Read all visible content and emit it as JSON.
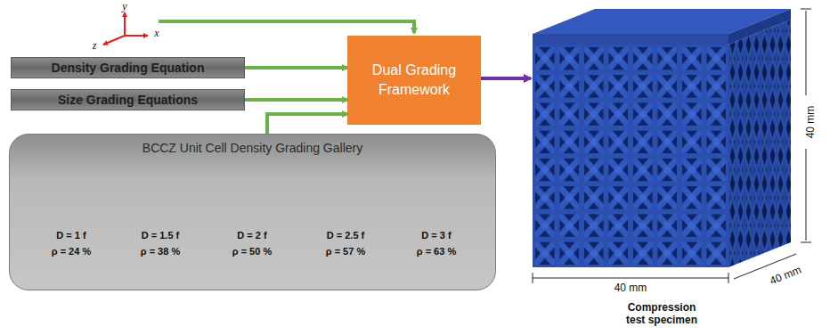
{
  "diagram": {
    "nodes": [
      {
        "text": [
          "Density Grading Equation"
        ]
      },
      {
        "text": [
          "Size Grading Equations"
        ]
      },
      {
        "text": [
          "Dual Grading Framework"
        ]
      },
      {
        "text": [
          "BCCZ Unit Cell Density Grading Gallery"
        ]
      },
      {
        "text": [
          "Compression test specimen"
        ]
      }
    ],
    "edges": [
      {
        "from": 0,
        "to": 2,
        "arrow": "to"
      },
      {
        "from": 1,
        "to": 2,
        "arrow": "to"
      },
      {
        "from": 3,
        "to": 2,
        "arrow": "to"
      },
      {
        "from": 2,
        "to": 4,
        "arrow": "to"
      }
    ],
    "labels": [
      "y",
      "z",
      "x",
      "D = 1 f",
      "ρ = 24 %",
      "D = 1.5 f",
      "ρ = 38 %",
      "D = 2 f",
      "ρ = 50 %",
      "D = 2.5 f",
      "ρ = 57 %",
      "D = 3 f",
      "ρ = 63 %",
      "40 mm",
      "40 mm",
      "40 mm"
    ]
  }
}
